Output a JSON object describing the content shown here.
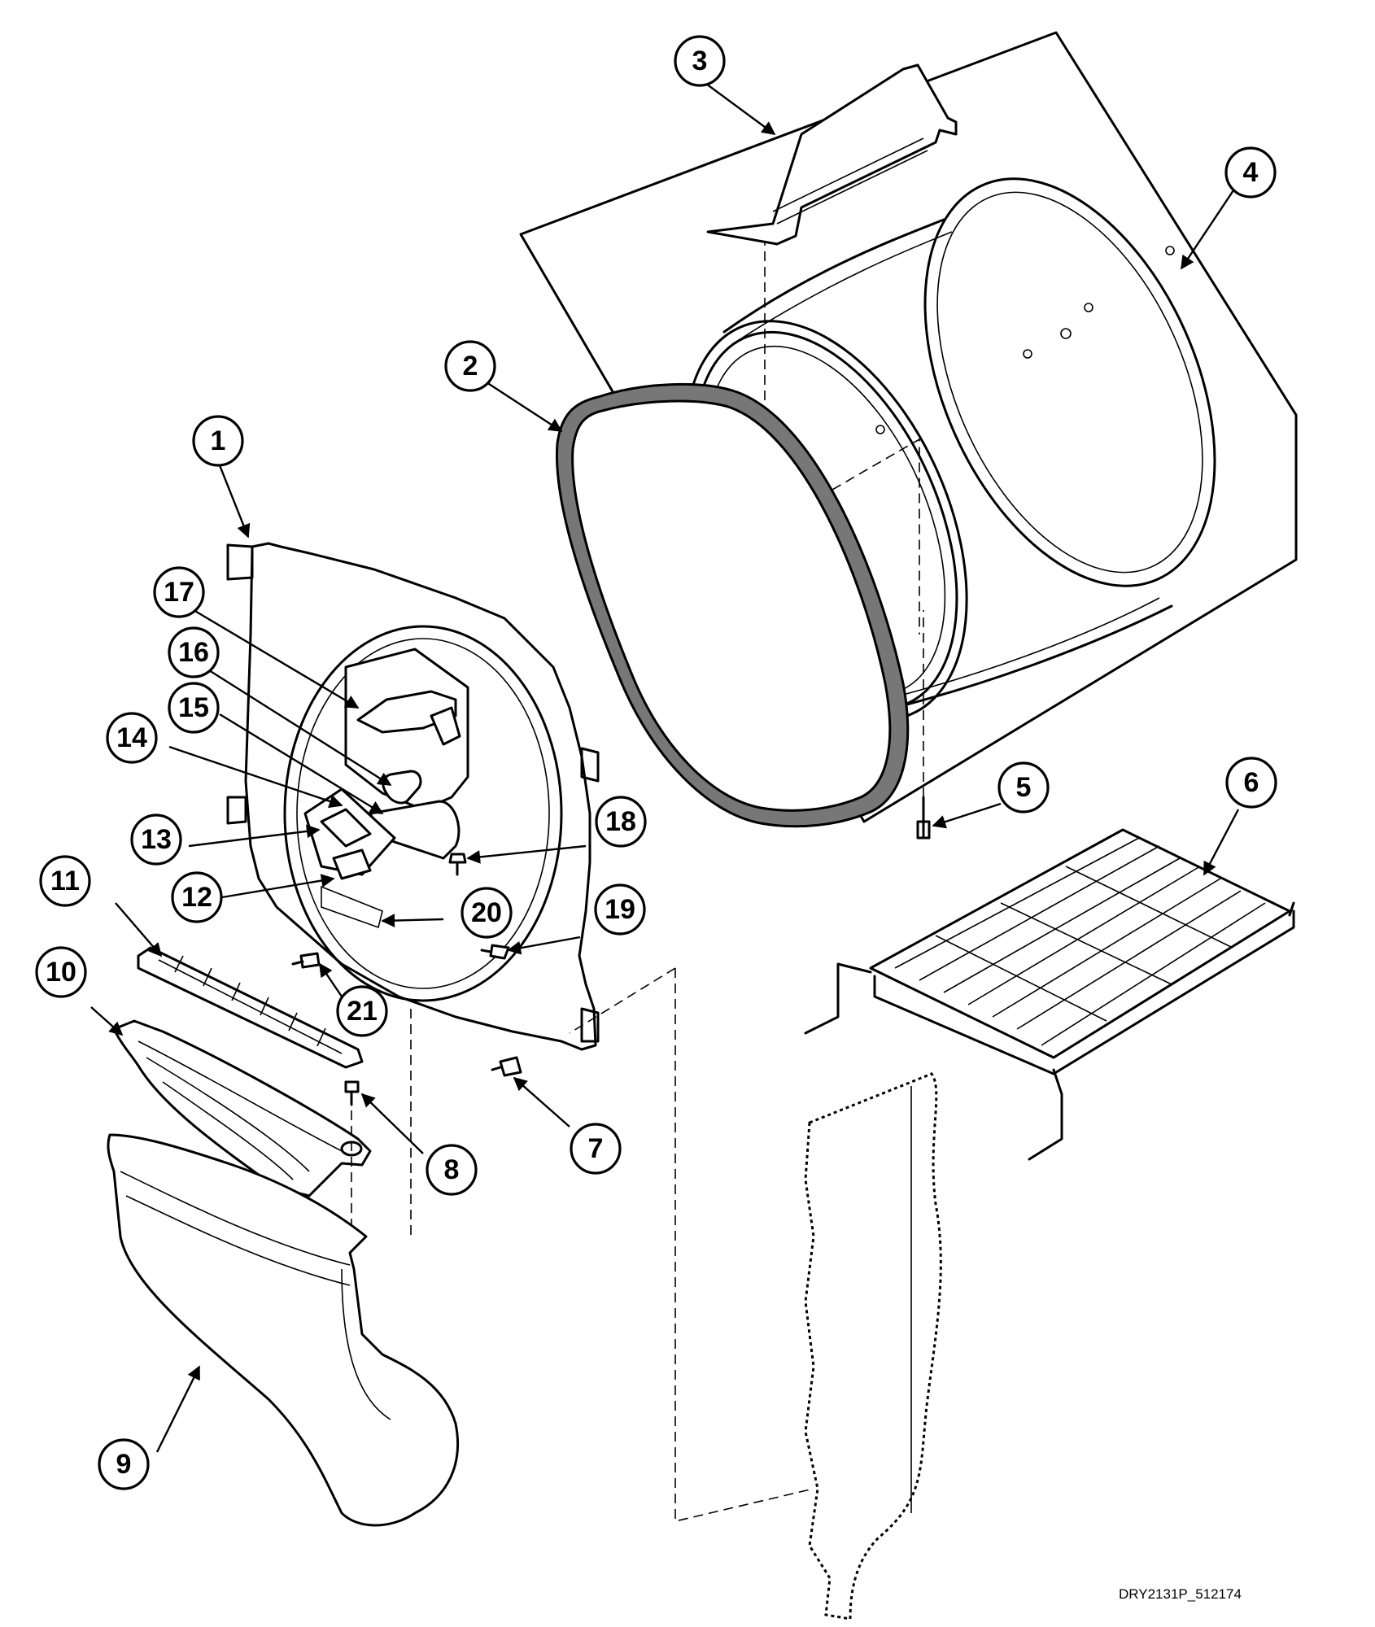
{
  "diagram": {
    "drawing_code": "DRY2131P_512174",
    "callouts": [
      "1",
      "2",
      "3",
      "4",
      "5",
      "6",
      "7",
      "8",
      "9",
      "10",
      "11",
      "12",
      "13",
      "14",
      "15",
      "16",
      "17",
      "18",
      "19",
      "20",
      "21"
    ]
  },
  "colors": {
    "line": "#000000",
    "background": "#ffffff"
  }
}
